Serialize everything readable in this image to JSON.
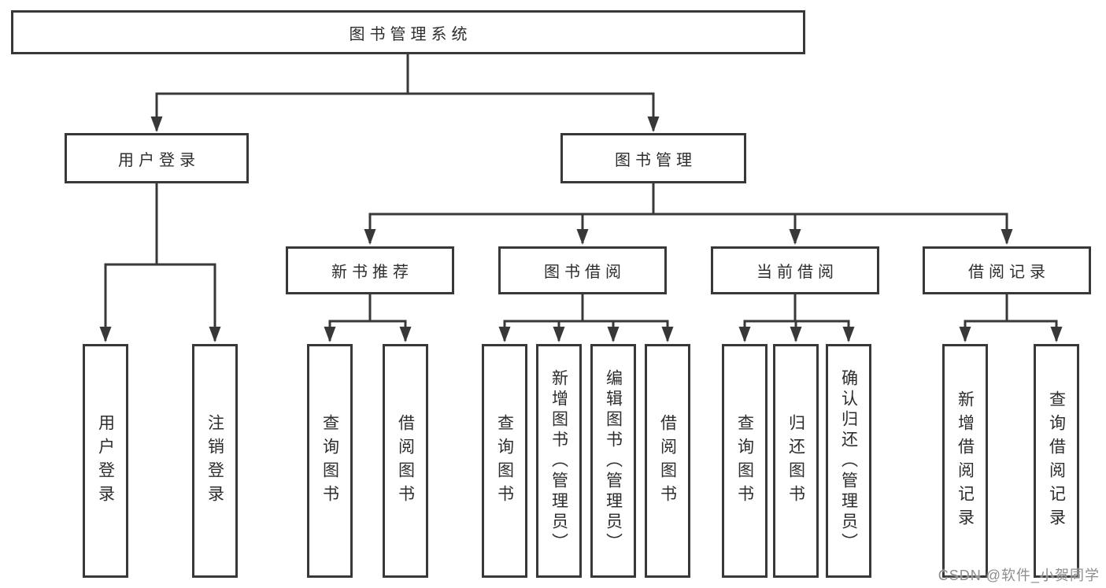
{
  "tree": {
    "label": "图书管理系统",
    "children": [
      {
        "label": "用户登录",
        "children": [
          {
            "label": "用户登录"
          },
          {
            "label": "注销登录"
          }
        ]
      },
      {
        "label": "图书管理",
        "children": [
          {
            "label": "新书推荐",
            "children": [
              {
                "label": "查询图书"
              },
              {
                "label": "借阅图书"
              }
            ]
          },
          {
            "label": "图书借阅",
            "children": [
              {
                "label": "查询图书"
              },
              {
                "label": "新增图书（管理员）"
              },
              {
                "label": "编辑图书（管理员）"
              },
              {
                "label": "借阅图书"
              }
            ]
          },
          {
            "label": "当前借阅",
            "children": [
              {
                "label": "查询图书"
              },
              {
                "label": "归还图书"
              },
              {
                "label": "确认归还（管理员）"
              }
            ]
          },
          {
            "label": "借阅记录",
            "children": [
              {
                "label": "新增借阅记录"
              },
              {
                "label": "查询借阅记录"
              }
            ]
          }
        ]
      }
    ]
  },
  "watermark": "CSDN @软件_小贺同学",
  "colors": {
    "line": "#383838",
    "text": "#2d2d2d",
    "background": "#ffffff",
    "watermark": "#8d8d8d"
  }
}
